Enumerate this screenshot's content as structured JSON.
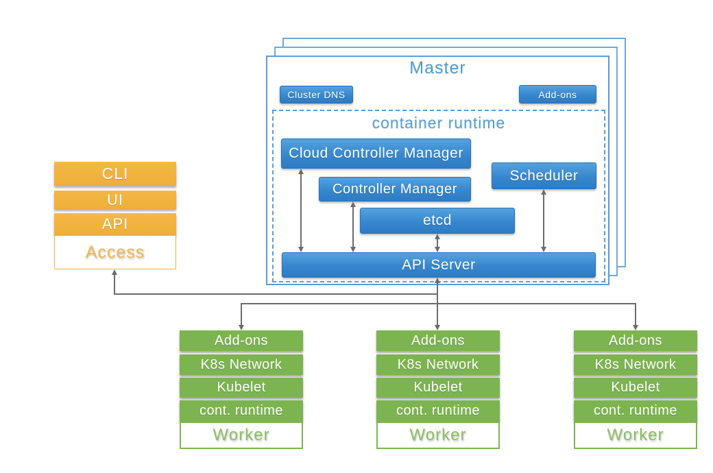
{
  "diagram": {
    "master": {
      "title": "Master",
      "cluster_dns": "Cluster DNS",
      "addons": "Add-ons",
      "container_runtime": "container runtime",
      "cloud_controller_manager": "Cloud Controller Manager",
      "controller_manager": "Controller Manager",
      "scheduler": "Scheduler",
      "etcd": "etcd",
      "api_server": "API Server"
    },
    "access": {
      "cli": "CLI",
      "ui": "UI",
      "api": "API",
      "label": "Access"
    },
    "workers": [
      {
        "rows": [
          "Add-ons",
          "K8s Network",
          "Kubelet",
          "cont. runtime"
        ],
        "label": "Worker"
      },
      {
        "rows": [
          "Add-ons",
          "K8s Network",
          "Kubelet",
          "cont. runtime"
        ],
        "label": "Worker"
      },
      {
        "rows": [
          "Add-ons",
          "K8s Network",
          "Kubelet",
          "cont. runtime"
        ],
        "label": "Worker"
      }
    ],
    "colors": {
      "component_blue": "#3787CE",
      "title_light_blue": "#4E9BD6",
      "dashed_border_blue": "#5B9BD5",
      "access_orange": "#F1B03F",
      "worker_green": "#7CB450",
      "arrow_gray": "#6A6B6E"
    }
  }
}
